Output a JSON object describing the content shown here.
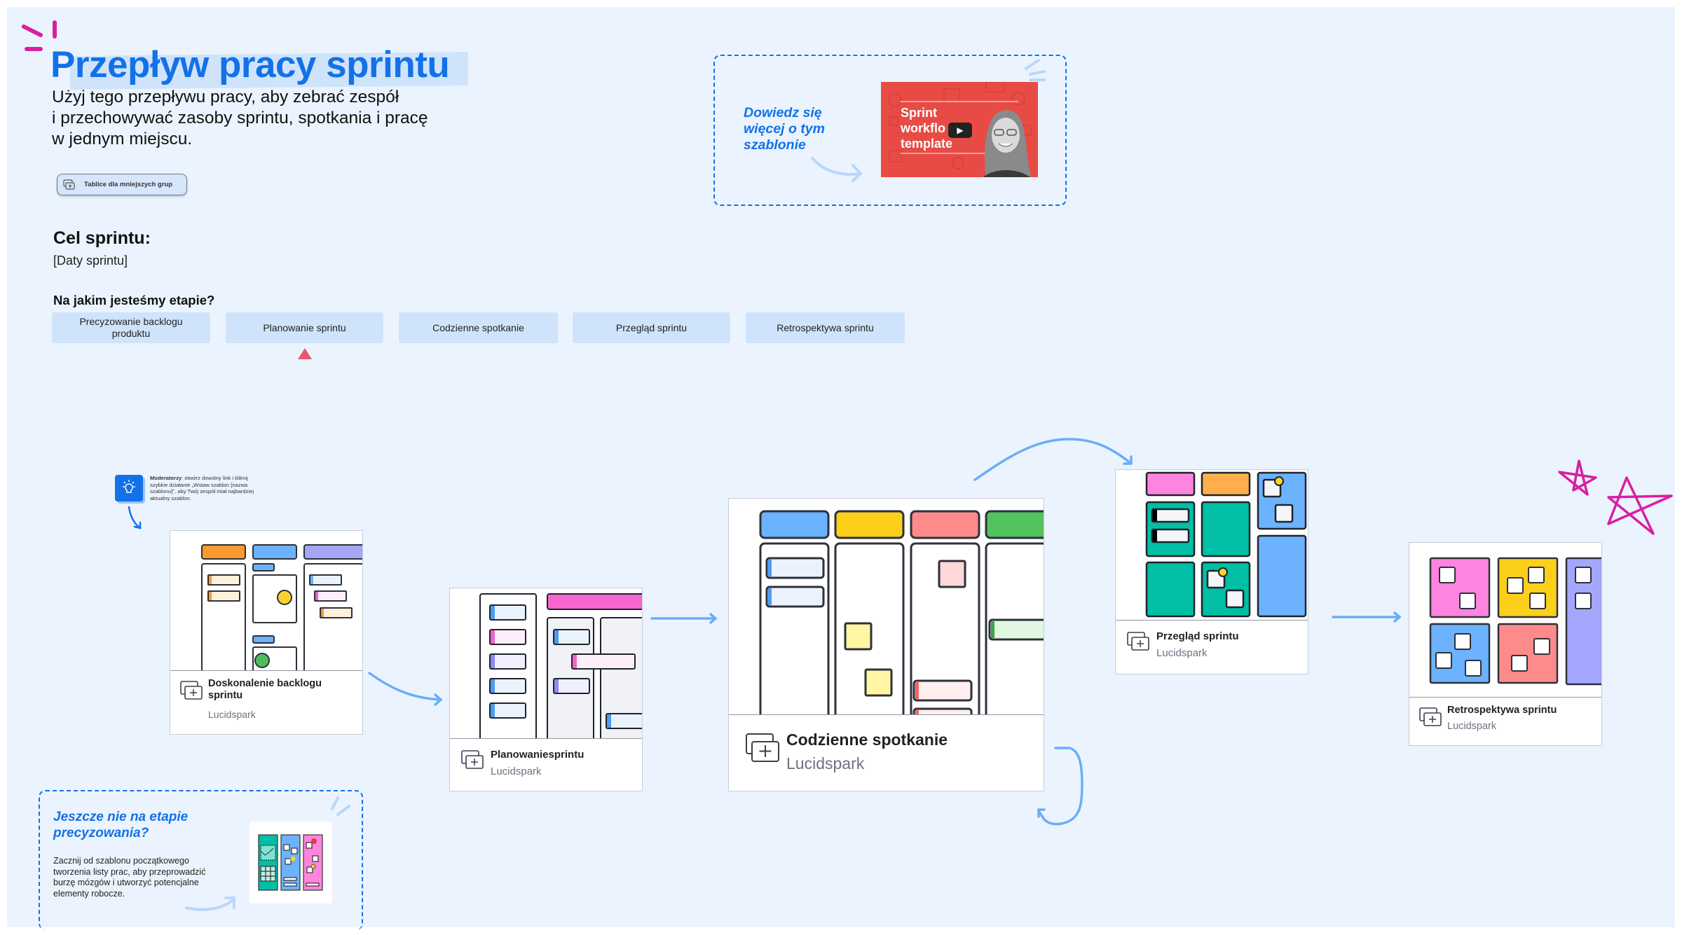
{
  "header": {
    "title": "Przepływ pracy sprintu",
    "subtitle_lines": [
      "Użyj tego przepływu pracy, aby zebrać zespół",
      "i przechowywać zasoby sprintu, spotkania i pracę",
      "w jednym miejscu."
    ],
    "breakout_button_label": "Tablice dla mniejszych grup"
  },
  "video": {
    "prompt_lines": [
      "Dowiedz się",
      "więcej o tym",
      "szablonie"
    ],
    "thumbnail_title_lines": [
      "Sprint",
      "workflo",
      "template"
    ],
    "play_icon": "play-icon",
    "thumbnail_color": "#E84B45"
  },
  "sprint": {
    "goal_label": "Cel sprintu:",
    "dates_placeholder": "[Daty sprintu]",
    "stage_question": "Na jakim jesteśmy etapie?",
    "stages": [
      "Precyzowanie backlogu produktu",
      "Planowanie sprintu",
      "Codzienne spotkanie",
      "Przegląd sprintu",
      "Retrospektywa sprintu"
    ],
    "current_stage_index": 1,
    "marker_color": "#E9576E"
  },
  "moderator_note": {
    "bold": "Moderatorzy",
    "text": ": otwórz dowolny link i kliknij szybkie działanie „Wstaw szablon [nazwa szablonu]”, aby Twój zespół miał najbardziej aktualny szablon.",
    "icon": "lightbulb-icon"
  },
  "cards": [
    {
      "name": "Doskonalenie backlogu sprintu",
      "name_lines": [
        "Doskonalenie backlogu",
        "sprintu"
      ],
      "source": "Lucidspark"
    },
    {
      "name": "Planowaniesprintu",
      "name_lines": [
        "Planowaniesprintu"
      ],
      "source": "Lucidspark"
    },
    {
      "name": "Codzienne spotkanie",
      "name_lines": [
        "Codzienne spotkanie"
      ],
      "source": "Lucidspark"
    },
    {
      "name": "Przegląd sprintu",
      "name_lines": [
        "Przegląd sprintu"
      ],
      "source": "Lucidspark"
    },
    {
      "name": "Retrospektywa sprintu",
      "name_lines": [
        "Retrospektywa sprintu"
      ],
      "source": "Lucidspark"
    }
  ],
  "refinement_box": {
    "title_lines": [
      "Jeszcze nie na etapie",
      "precyzowania?"
    ],
    "text": "Zacznij od szablonu początkowego tworzenia listy prac, aby przeprowadzić burzę mózgów i utworzyć potencjalne elementy robocze."
  },
  "colors": {
    "accent": "#1371E8",
    "canvas": "#EBF4FE",
    "stage_tab": "#CFE3FB",
    "arrow": "#6AAEF7",
    "doodle": "#D81FA3"
  }
}
